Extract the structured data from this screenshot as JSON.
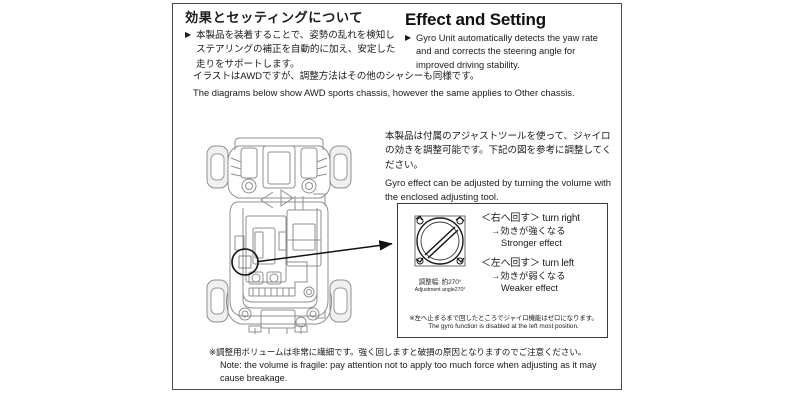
{
  "header": {
    "title_jp": "効果とセッティングについて",
    "title_en": "Effect and Setting",
    "bullet_mark": "▶",
    "body_jp": "本製品を装着することで、姿勢の乱れを検知しステアリングの補正を自動的に加え、安定した走りをサポートします。",
    "body_en": "Gyro Unit automatically detects the yaw rate and and corrects the steering angle for improved driving stability."
  },
  "mid_note": {
    "jp": "イラストはAWDですが、調整方法はその他のシャシーも同様です。",
    "en": "The diagrams below show AWD sports chassis, however the same applies to Other chassis."
  },
  "right_note": {
    "jp": "本製品は付属のアジャストツールを使って、ジャイロの効きを調整可能です。下記の図を参考に調整してください。",
    "en": "Gyro effect can be adjusted by turning the volume with the enclosed adjusting tool."
  },
  "detail_box": {
    "knob_caption_jp": "調整幅: 約270°",
    "knob_caption_en": "Adjustment angle270°",
    "right_turn_head": "＜右へ回す＞ turn right",
    "right_turn_jp": "→効きが強くなる",
    "right_turn_en": "Stronger effect",
    "left_turn_head": "＜左へ回す＞ turn left",
    "left_turn_jp": "→効きが弱くなる",
    "left_turn_en": "Weaker effect",
    "note_jp": "※左へ止まるまで回したところでジャイロ機能はゼロになります。",
    "note_en": "The gyro function is disabled at the left most position."
  },
  "caution": {
    "jp": "※調整用ボリュームは非常に繊細です。強く回しますと破損の原因となりますのでご注意ください。",
    "en": "Note: the volume is fragile: pay attention not to apply too much force when adjusting as it may cause breakage."
  },
  "colors": {
    "frame": "#4a4a4a",
    "text": "#1a1a1a",
    "line_art": "#8c8c8c",
    "line_art_dark": "#555555"
  }
}
